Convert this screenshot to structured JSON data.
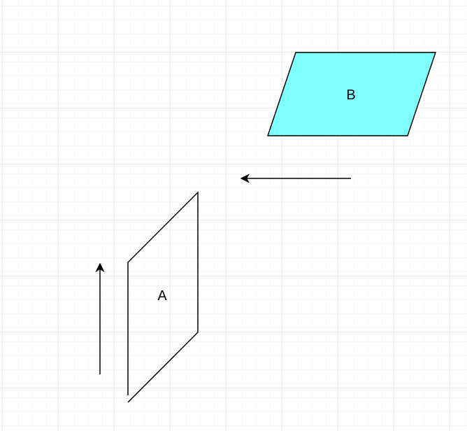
{
  "colors": {
    "background": "#ffffff",
    "grid_minor": "#efefef",
    "grid_major": "#d6d6d6",
    "stroke": "#000000",
    "shape_b_fill": "#80ffff"
  },
  "shapes": {
    "a": {
      "label": "A",
      "fill": "none"
    },
    "b": {
      "label": "B",
      "fill": "#80ffff"
    }
  },
  "arrows": {
    "left": {
      "direction": "left"
    },
    "up": {
      "direction": "up"
    }
  }
}
